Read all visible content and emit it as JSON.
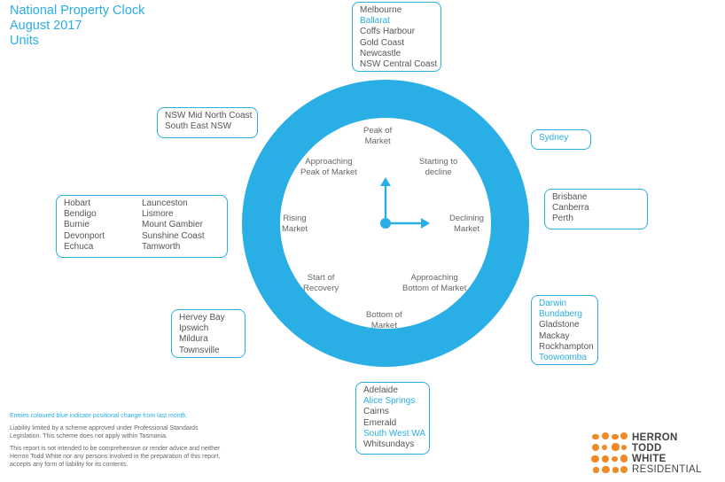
{
  "title": {
    "line1": "National Property Clock",
    "line2": "August 2017",
    "line3": "Units"
  },
  "clock": {
    "phases": {
      "peak": "Peak of\nMarket",
      "starting_decline": "Starting to\ndecline",
      "declining": "Declining\nMarket",
      "approaching_bottom": "Approaching\nBottom of Market",
      "bottom": "Bottom of\nMarket",
      "start_recovery": "Start of\nRecovery",
      "rising": "Rising\nMarket",
      "approaching_peak": "Approaching\nPeak of Market"
    }
  },
  "groups": {
    "top": [
      {
        "name": "Melbourne",
        "changed": false
      },
      {
        "name": "Ballarat",
        "changed": true
      },
      {
        "name": "Coffs Harbour",
        "changed": false
      },
      {
        "name": "Gold Coast",
        "changed": false
      },
      {
        "name": "Newcastle",
        "changed": false
      },
      {
        "name": "NSW Central Coast",
        "changed": false
      }
    ],
    "top_left": [
      {
        "name": "NSW Mid North Coast",
        "changed": false
      },
      {
        "name": "South East NSW",
        "changed": false
      }
    ],
    "right_upper": [
      {
        "name": "Sydney",
        "changed": true
      }
    ],
    "right": [
      {
        "name": "Brisbane",
        "changed": false
      },
      {
        "name": "Canberra",
        "changed": false
      },
      {
        "name": "Perth",
        "changed": false
      }
    ],
    "left_col1": [
      {
        "name": "Hobart",
        "changed": false
      },
      {
        "name": "Bendigo",
        "changed": false
      },
      {
        "name": "Burnie",
        "changed": false
      },
      {
        "name": "Devonport",
        "changed": false
      },
      {
        "name": "Echuca",
        "changed": false
      }
    ],
    "left_col2": [
      {
        "name": "Launceston",
        "changed": false
      },
      {
        "name": "Lismore",
        "changed": false
      },
      {
        "name": "Mount Gambier",
        "changed": false
      },
      {
        "name": "Sunshine Coast",
        "changed": false
      },
      {
        "name": "Tamworth",
        "changed": false
      }
    ],
    "bottom_right": [
      {
        "name": "Darwin",
        "changed": true
      },
      {
        "name": "Bundaberg",
        "changed": true
      },
      {
        "name": "Gladstone",
        "changed": false
      },
      {
        "name": "Mackay",
        "changed": false
      },
      {
        "name": "Rockhampton",
        "changed": false
      },
      {
        "name": "Toowoomba",
        "changed": true
      }
    ],
    "bottom_left": [
      {
        "name": "Hervey Bay",
        "changed": false
      },
      {
        "name": "Ipswich",
        "changed": false
      },
      {
        "name": "Mildura",
        "changed": false
      },
      {
        "name": "Townsville",
        "changed": false
      }
    ],
    "bottom": [
      {
        "name": "Adelaide",
        "changed": false
      },
      {
        "name": "Alice Springs",
        "changed": true
      },
      {
        "name": "Cairns",
        "changed": false
      },
      {
        "name": "Emerald",
        "changed": false
      },
      {
        "name": "South West WA",
        "changed": true
      },
      {
        "name": "Whitsundays",
        "changed": false
      }
    ]
  },
  "footnotes": {
    "legend": "Entries coloured blue indicate positional change from last month.",
    "liability1": "Liability limited by a scheme approved under Professional Standards",
    "liability2": "Legislation. This scheme does not apply within Tasmania.",
    "disclaimer1": "This report is not intended to be comprehensive or render advice and neither",
    "disclaimer2": "Herron Todd White nor any persons involved in the preparation of this report,",
    "disclaimer3": "accepts any form of liability for its contents."
  },
  "logo": {
    "line1": "HERRON",
    "line2": "TODD",
    "line3": "WHITE",
    "line4": "RESIDENTIAL"
  },
  "colors": {
    "accent": "#2aaee6",
    "logo_orange": "#f08a24",
    "text": "#555555"
  }
}
